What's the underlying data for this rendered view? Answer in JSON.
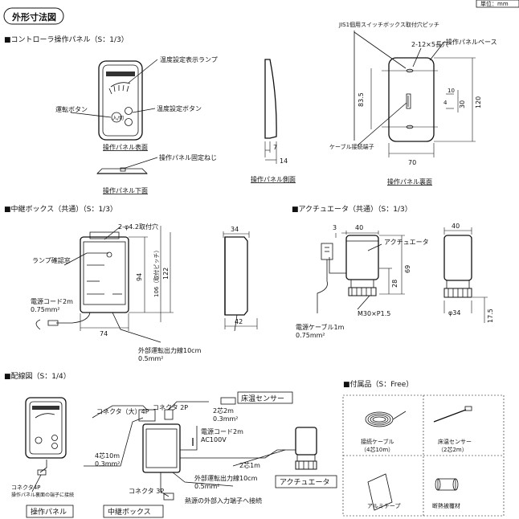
{
  "header": {
    "title": "外形寸法図",
    "unit": "単位：mm"
  },
  "sections": {
    "controller": "■コントローラ操作パネル（S：1/3）",
    "relay": "■中継ボックス（共通）（S：1/3）",
    "actuator": "■アクチュエータ（共通）（S：1/3）",
    "wiring": "■配線図（S：1/4）",
    "accessories": "■付属品（S：Free）"
  },
  "controller": {
    "front_caption": "操作パネル表面",
    "bottom_caption": "操作パネル下面",
    "side_caption": "操作パネル側面",
    "rear_caption": "操作パネル裏面",
    "lamp_label": "温度設定表示ランプ",
    "run_button_label": "運転ボタン",
    "temp_button_label": "温度設定ボタン",
    "screw_label": "操作パネル固定ねじ",
    "jis_label": "JIS1個用スイッチボックス取付穴ピッチ",
    "holes_label": "2-12×5長穴",
    "base_label": "操作パネルベース",
    "terminal_label": "ケーブル接続端子",
    "dims": {
      "d835": "83.5",
      "d120": "120",
      "d30": "30",
      "d10": "10",
      "d4": "4",
      "d70": "70",
      "d7": "7",
      "d14": "14"
    }
  },
  "relay": {
    "holes_label": "2-φ4.2取付穴",
    "lamp_window_label": "ランプ確認窓",
    "cord_label": "電源コード2m",
    "cord_size": "0.75mm²",
    "output_label": "外部運転出力線10cm",
    "output_size": "0.5mm²",
    "dims": {
      "d94": "94",
      "d106": "106（取付ピッチ）",
      "d122": "122",
      "d74": "74",
      "d34": "34",
      "d42": "42"
    }
  },
  "actuator": {
    "name_label": "アクチュエータ",
    "thread_label": "M30×P1.5",
    "cable_label": "電源ケーブル1m",
    "cable_size": "0.75mm²",
    "dims": {
      "d3": "3",
      "d40a": "40",
      "d40b": "40",
      "d28": "28",
      "d69": "69",
      "d175": "17.5",
      "d34": "φ34"
    }
  },
  "wiring": {
    "connector_4p": "コネクタ（大）4P",
    "connector_2p": "コネクタ 2P",
    "sensor_cable": "2芯2m",
    "sensor_size": "0.3mm²",
    "floor_sensor": "床温センサー",
    "power_cord": "電源コード2m",
    "ac": "AC100V",
    "cable_4core": "4芯10m",
    "cable_4core_size": "0.3mm²",
    "cable_2core": "2芯1m",
    "output_line": "外部運転出力線10cm",
    "output_line_size": "0.5mm²",
    "connector_3p": "コネクタ 3P",
    "heat_source": "熱源の外部入力端子へ接続",
    "connector_4p_small": "コネクタ4P",
    "connector_note": "操作パネル裏面の端子に接続",
    "panel_box": "操作パネル",
    "relay_box": "中継ボックス",
    "actuator_box": "アクチュエータ"
  },
  "accessories": {
    "cable": "接続ケーブル",
    "cable_spec": "（4芯10m）",
    "sensor": "床温センサー",
    "sensor_spec": "（2芯2m）",
    "tape": "アルミテープ",
    "insulation": "断熱被覆材"
  }
}
